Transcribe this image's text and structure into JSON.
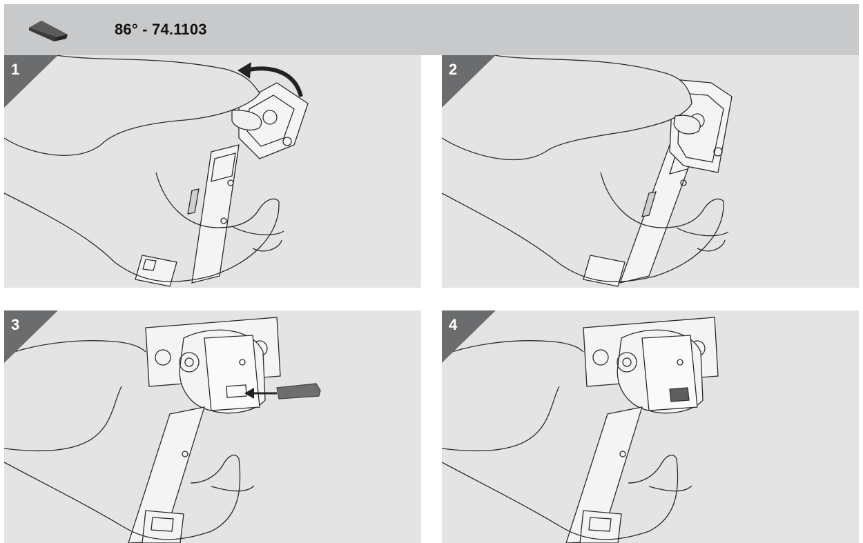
{
  "header": {
    "title": "86° - 74.1103",
    "icon": "clip-part-icon"
  },
  "steps": [
    {
      "number": "1"
    },
    {
      "number": "2"
    },
    {
      "number": "3"
    },
    {
      "number": "4"
    }
  ],
  "colors": {
    "header_bg": "#c8c9ca",
    "panel_bg": "#e4e4e5",
    "step_badge": "#6b6c6e",
    "line": "#2a2a2a"
  }
}
